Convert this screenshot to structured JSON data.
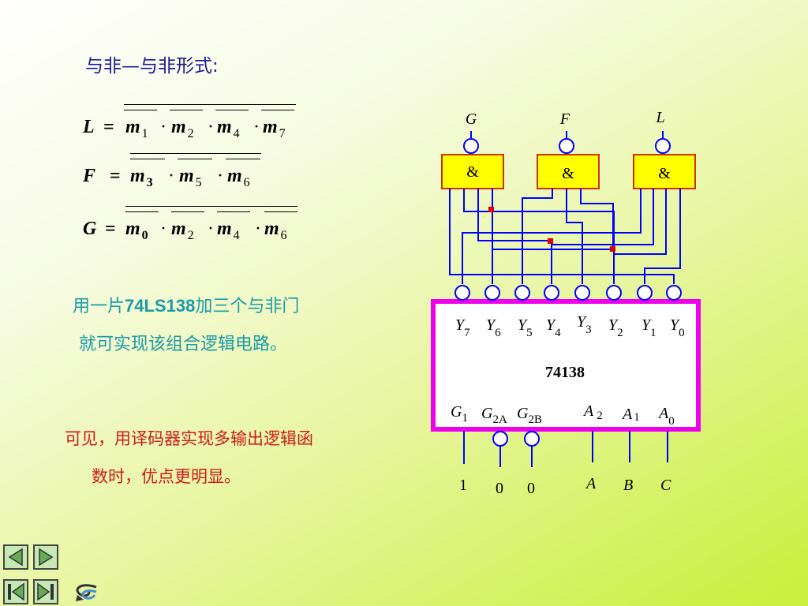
{
  "title": "与非—与非形式:",
  "equations": [
    {
      "lhs": "L",
      "terms": [
        {
          "m": "m",
          "sub": "1"
        },
        {
          "m": "m",
          "sub": "2"
        },
        {
          "m": "m",
          "sub": "4"
        },
        {
          "m": "m",
          "sub": "7"
        }
      ]
    },
    {
      "lhs": "F",
      "terms": [
        {
          "m": "m",
          "sub": "3"
        },
        {
          "m": "m",
          "sub": "5"
        },
        {
          "m": "m",
          "sub": "6"
        }
      ]
    },
    {
      "lhs": "G",
      "terms": [
        {
          "m": "m",
          "sub": "0"
        },
        {
          "m": "m",
          "sub": "2"
        },
        {
          "m": "m",
          "sub": "4"
        },
        {
          "m": "m",
          "sub": "6"
        }
      ]
    }
  ],
  "eq_sign": "=",
  "dot": "·",
  "text1_pre": "用一片",
  "text1_bold": "74LS138",
  "text1_post": "加三个与非门",
  "text1_line2": "就可实现该组合逻辑电路。",
  "text2_line1": "可见，用译码器实现多输出逻辑函",
  "text2_line2": "数时，优点更明显。",
  "diagram": {
    "gate_outputs": [
      "G",
      "F",
      "L"
    ],
    "gate_symbol": "&",
    "chip_name": "74138",
    "outputs": [
      {
        "l": "Y",
        "s": "7"
      },
      {
        "l": "Y",
        "s": "6"
      },
      {
        "l": "Y",
        "s": "5"
      },
      {
        "l": "Y",
        "s": "4"
      },
      {
        "l": "Y",
        "s": "3"
      },
      {
        "l": "Y",
        "s": "2"
      },
      {
        "l": "Y",
        "s": "1"
      },
      {
        "l": "Y",
        "s": "0"
      }
    ],
    "enables": [
      {
        "l": "G",
        "s": "1"
      },
      {
        "l": "G",
        "s": "2A"
      },
      {
        "l": "G",
        "s": "2B"
      }
    ],
    "addr": [
      {
        "l": "A",
        "s": "2"
      },
      {
        "l": "A",
        "s": "1"
      },
      {
        "l": "A",
        "s": "0"
      }
    ],
    "enable_values": [
      "1",
      "0",
      "0"
    ],
    "addr_inputs": [
      "A",
      "B",
      "C"
    ]
  },
  "colors": {
    "gate_fill": "#ffff00",
    "gate_border": "#cc3300",
    "wire": "#0000ff",
    "chip_border": "#ee00ee",
    "junction": "#dd0000"
  },
  "nav_icons": [
    "prev-icon",
    "next-icon",
    "first-icon",
    "last-icon",
    "return-icon"
  ]
}
